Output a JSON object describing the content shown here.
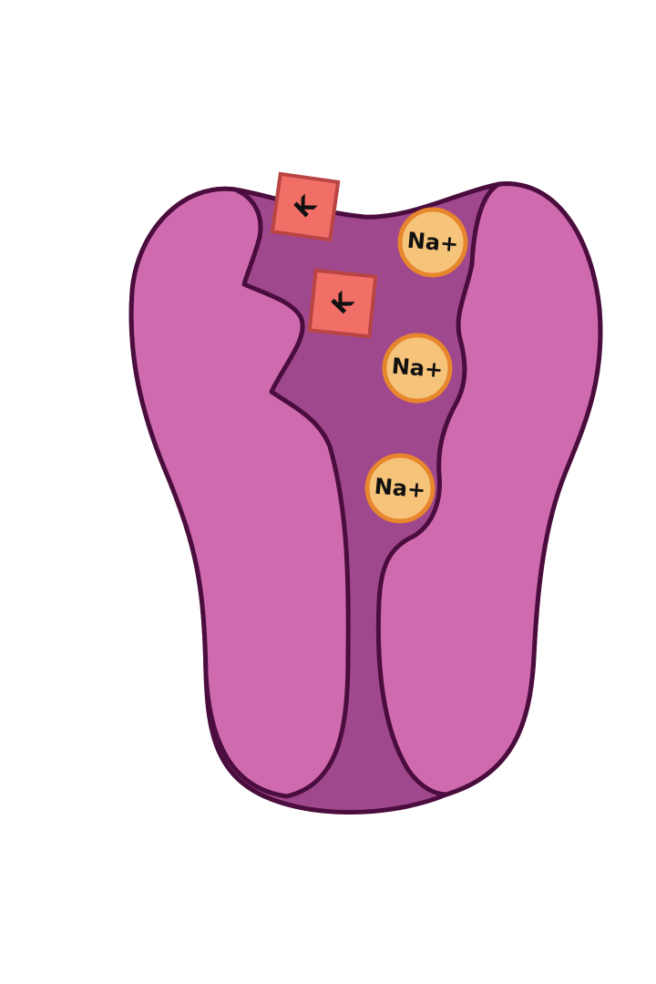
{
  "diagram": {
    "ions": {
      "potassium": [
        "K",
        "K"
      ],
      "sodium": [
        "Na+",
        "Na+",
        "Na+"
      ]
    }
  },
  "colors": {
    "background": "#ffffff",
    "protein_outer_subunit": "#d06aaf",
    "protein_channel_interior": "#a0488e",
    "protein_outline": "#4a0d3d",
    "potassium_fill": "#f26f68",
    "potassium_border": "#b94444",
    "sodium_fill": "#f5c47a",
    "sodium_border": "#e7862c"
  }
}
